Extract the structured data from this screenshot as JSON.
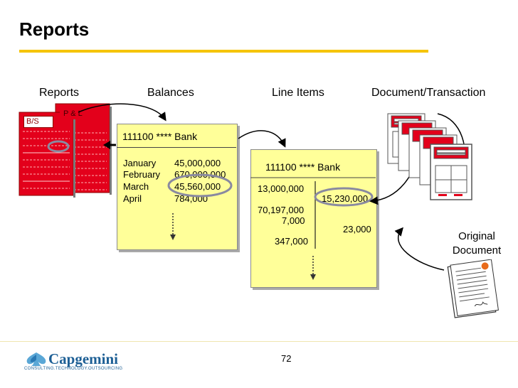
{
  "title": "Reports",
  "columns": {
    "reports": "Reports",
    "balances": "Balances",
    "line_items": "Line Items",
    "document": "Document/Transaction"
  },
  "report_tabs": {
    "bs": "B/S",
    "pl": "P & L"
  },
  "balances_card": {
    "account": "111100 **** Bank",
    "rows": [
      {
        "month": "January",
        "value": "45,000,000"
      },
      {
        "month": "February",
        "value": "670,000,000"
      },
      {
        "month": "March",
        "value": "45,560,000"
      },
      {
        "month": "April",
        "value": "784,000"
      }
    ]
  },
  "line_items_card": {
    "account": "111100 **** Bank",
    "debits": [
      "13,000,000",
      "70,197,000",
      "7,000",
      "347,000"
    ],
    "credits": [
      "15,230,000",
      "23,000"
    ]
  },
  "original_document": {
    "line1": "Original",
    "line2": "Document"
  },
  "footer": {
    "page_number": "72",
    "logo": "Capgemini",
    "tagline": "CONSULTING.TECHNOLOGY.OUTSOURCING"
  },
  "colors": {
    "accent_bar": "#f5c400",
    "card_fill": "#ffff99",
    "report_red": "#e3001b",
    "highlight_circle": "#8a8aa0",
    "logo_blue": "#1d5f95"
  }
}
